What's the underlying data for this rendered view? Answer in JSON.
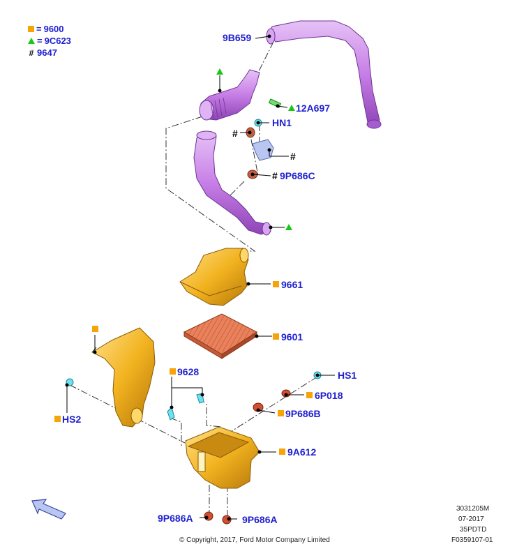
{
  "legend": [
    {
      "symbol": "square",
      "eq": "=",
      "code": "9600"
    },
    {
      "symbol": "triangle",
      "eq": "=",
      "code": "9C623"
    },
    {
      "symbol": "hash",
      "eq": "#",
      "code": "9647"
    }
  ],
  "callouts": {
    "c_9b659": "9B659",
    "c_12a697": "12A697",
    "c_hn1": "HN1",
    "c_9p686c": "9P686C",
    "c_9661": "9661",
    "c_9601": "9601",
    "c_9628": "9628",
    "c_hs1": "HS1",
    "c_6p018": "6P018",
    "c_hs2": "HS2",
    "c_9p686b": "9P686B",
    "c_9a612": "9A612",
    "c_9p686a_left": "9P686A",
    "c_9p686a_right": "9P686A"
  },
  "hash_mark": "#",
  "footer": {
    "copyright": "© Copyright, 2017, Ford Motor Company Limited",
    "code1": "3031205M",
    "date": "07-2017",
    "model": "35PDTD",
    "figure": "F0359107-01"
  },
  "colors": {
    "label_blue": "#1f1fd0",
    "orange": "#f5a40a",
    "green": "#18c818",
    "purple": "#c77ee6",
    "gold": "#f2b320",
    "filter_red": "#e87050",
    "clip_cyan": "#4fd0e0"
  }
}
